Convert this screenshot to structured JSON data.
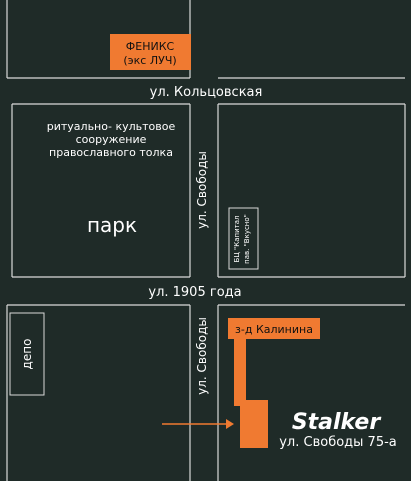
{
  "map": {
    "colors": {
      "background": "#1f2b28",
      "lines": "#d9d9d9",
      "orange": "#f07a31"
    },
    "labels": {
      "feniks_title": "ФЕНИКС",
      "feniks_subtitle": "(экс ЛУЧ)",
      "street_koltsovskaya": "ул. Кольцовская",
      "ritual_line1": "ритуально- культовое",
      "ritual_line2": "сооружение",
      "ritual_line3": "православного толка",
      "park": "парк",
      "street_svobody_top": "ул. Свободы",
      "street_1905": "ул. 1905 года",
      "bc_line1": "БЦ \"Капитал",
      "bc_line2": "пав. \"Вкусно\"",
      "depo": "депо",
      "street_svobody_bottom": "ул. Свободы",
      "kalinina": "з-д Калинина",
      "logo": "Stalker",
      "address": "ул. Свободы 75-а"
    }
  }
}
